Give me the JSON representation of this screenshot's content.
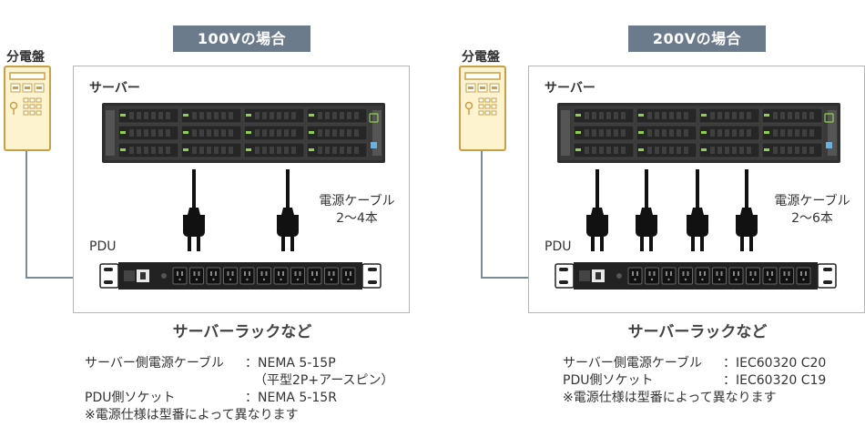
{
  "panels": [
    {
      "title": "100Vの場合",
      "breaker_label": "分電盤",
      "server_label": "サーバー",
      "pdu_label": "PDU",
      "cable_label_line1": "電源ケーブル",
      "cable_label_line2": "2～4本",
      "rack_label": "サーバーラックなど",
      "plug_count": 2,
      "specs": [
        {
          "key": "サーバー側電源ケーブル",
          "value": "：NEMA 5-15P"
        },
        {
          "key": "",
          "value": "（平型2P+アースピン）"
        },
        {
          "key": "PDU側ソケット",
          "value": "：NEMA 5-15R"
        }
      ],
      "note": "※電源仕様は型番によって異なります"
    },
    {
      "title": "200Vの場合",
      "breaker_label": "分電盤",
      "server_label": "サーバー",
      "pdu_label": "PDU",
      "cable_label_line1": "電源ケーブル",
      "cable_label_line2": "2～6本",
      "rack_label": "サーバーラックなど",
      "plug_count": 4,
      "specs": [
        {
          "key": "サーバー側電源ケーブル",
          "value": "：IEC60320 C20"
        },
        {
          "key": "PDU側ソケット",
          "value": "：IEC60320 C19"
        }
      ],
      "note": "※電源仕様は型番によって異なります"
    }
  ],
  "colors": {
    "title_bg": "#6b7b8b",
    "breaker_fill": "#fdf3cf",
    "breaker_stroke": "#c9a045",
    "wire": "#7a8d96",
    "server_body": "#2e2e2e",
    "led_green": "#8fd14f",
    "pdu_body": "#222222",
    "panel_border": "#b5b5b5"
  }
}
